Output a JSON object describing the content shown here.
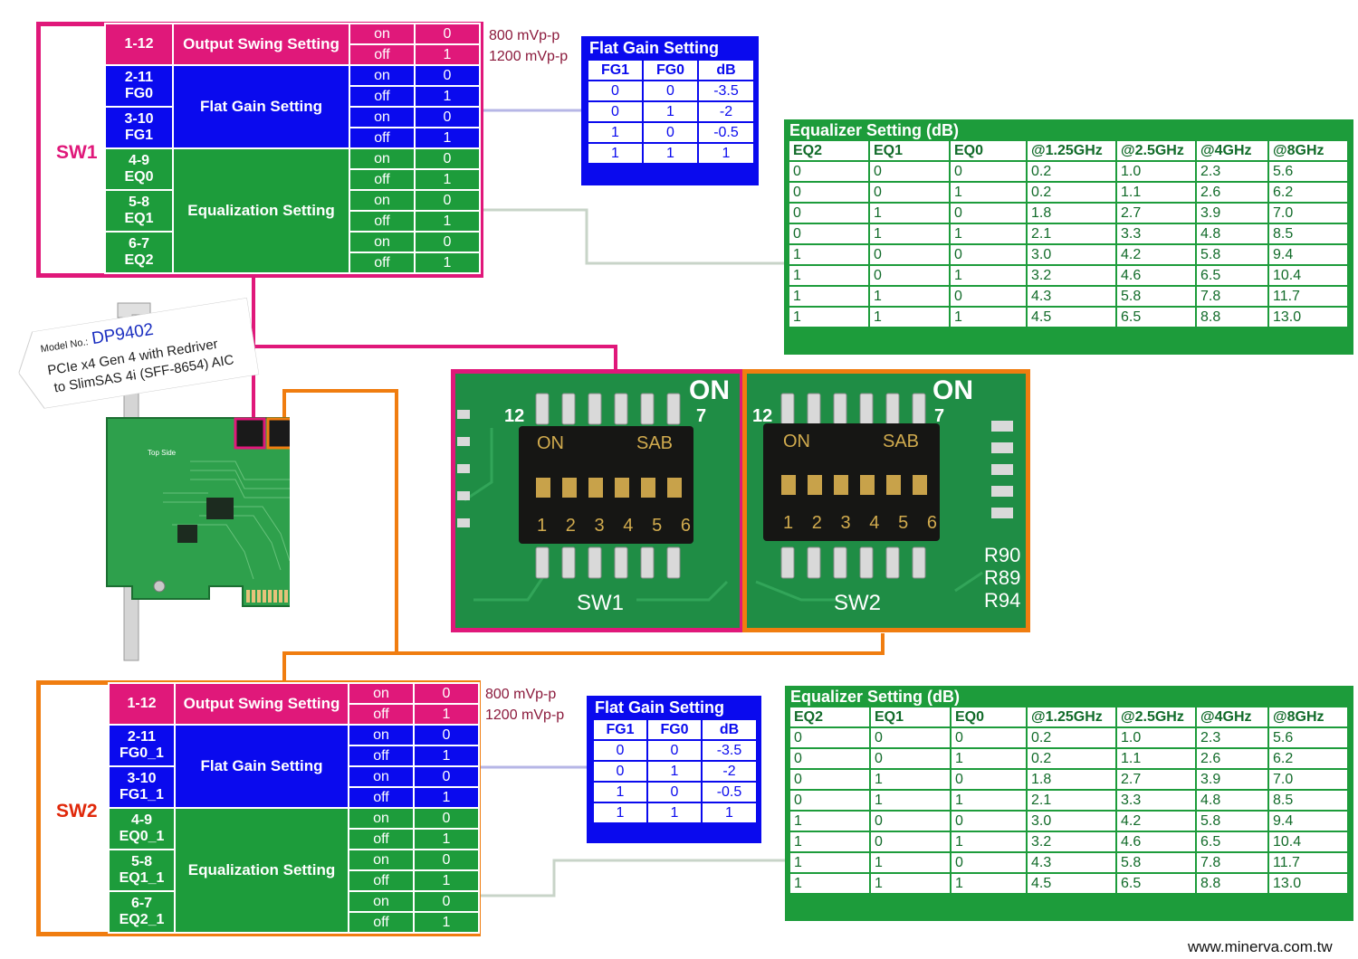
{
  "sw1": {
    "label": "SW1",
    "rows": [
      {
        "pin": "1-12",
        "sig": "",
        "func": "Output Swing Setting",
        "states": [
          {
            "state": "on",
            "val": "0"
          },
          {
            "state": "off",
            "val": "1"
          }
        ]
      },
      {
        "pin": "2-11",
        "sig": "FG0",
        "func": "Flat Gain Setting",
        "states": [
          {
            "state": "on",
            "val": "0"
          },
          {
            "state": "off",
            "val": "1"
          }
        ]
      },
      {
        "pin": "3-10",
        "sig": "FG1",
        "states": [
          {
            "state": "on",
            "val": "0"
          },
          {
            "state": "off",
            "val": "1"
          }
        ]
      },
      {
        "pin": "4-9",
        "sig": "EQ0",
        "func": "Equalization Setting",
        "states": [
          {
            "state": "on",
            "val": "0"
          },
          {
            "state": "off",
            "val": "1"
          }
        ]
      },
      {
        "pin": "5-8",
        "sig": "EQ1",
        "states": [
          {
            "state": "on",
            "val": "0"
          },
          {
            "state": "off",
            "val": "1"
          }
        ]
      },
      {
        "pin": "6-7",
        "sig": "EQ2",
        "states": [
          {
            "state": "on",
            "val": "0"
          },
          {
            "state": "off",
            "val": "1"
          }
        ]
      }
    ]
  },
  "sw2": {
    "label": "SW2",
    "rows": [
      {
        "pin": "1-12",
        "sig": "",
        "func": "Output Swing Setting",
        "states": [
          {
            "state": "on",
            "val": "0"
          },
          {
            "state": "off",
            "val": "1"
          }
        ]
      },
      {
        "pin": "2-11",
        "sig": "FG0_1",
        "func": "Flat Gain Setting",
        "states": [
          {
            "state": "on",
            "val": "0"
          },
          {
            "state": "off",
            "val": "1"
          }
        ]
      },
      {
        "pin": "3-10",
        "sig": "FG1_1",
        "states": [
          {
            "state": "on",
            "val": "0"
          },
          {
            "state": "off",
            "val": "1"
          }
        ]
      },
      {
        "pin": "4-9",
        "sig": "EQ0_1",
        "func": "Equalization Setting",
        "states": [
          {
            "state": "on",
            "val": "0"
          },
          {
            "state": "off",
            "val": "1"
          }
        ]
      },
      {
        "pin": "5-8",
        "sig": "EQ1_1",
        "states": [
          {
            "state": "on",
            "val": "0"
          },
          {
            "state": "off",
            "val": "1"
          }
        ]
      },
      {
        "pin": "6-7",
        "sig": "EQ2_1",
        "states": [
          {
            "state": "on",
            "val": "0"
          },
          {
            "state": "off",
            "val": "1"
          }
        ]
      }
    ]
  },
  "swing_values": [
    "800 mVp-p",
    "1200 mVp-p"
  ],
  "flat_gain": {
    "title": "Flat Gain Setting",
    "headers": [
      "FG1",
      "FG0",
      "dB"
    ],
    "rows": [
      [
        "0",
        "0",
        "-3.5"
      ],
      [
        "0",
        "1",
        "-2"
      ],
      [
        "1",
        "0",
        "-0.5"
      ],
      [
        "1",
        "1",
        "1"
      ]
    ]
  },
  "equalizer": {
    "title": "Equalizer Setting (dB)",
    "headers": [
      "EQ2",
      "EQ1",
      "EQ0",
      "@1.25GHz",
      "@2.5GHz",
      "@4GHz",
      "@8GHz"
    ],
    "rows": [
      [
        "0",
        "0",
        "0",
        "0.2",
        "1.0",
        "2.3",
        "5.6"
      ],
      [
        "0",
        "0",
        "1",
        "0.2",
        "1.1",
        "2.6",
        "6.2"
      ],
      [
        "0",
        "1",
        "0",
        "1.8",
        "2.7",
        "3.9",
        "7.0"
      ],
      [
        "0",
        "1",
        "1",
        "2.1",
        "3.3",
        "4.8",
        "8.5"
      ],
      [
        "1",
        "0",
        "0",
        "3.0",
        "4.2",
        "5.8",
        "9.4"
      ],
      [
        "1",
        "0",
        "1",
        "3.2",
        "4.6",
        "6.5",
        "10.4"
      ],
      [
        "1",
        "1",
        "0",
        "4.3",
        "5.8",
        "7.8",
        "11.7"
      ],
      [
        "1",
        "1",
        "1",
        "4.5",
        "6.5",
        "8.8",
        "13.0"
      ]
    ]
  },
  "product_tag": {
    "model_prefix": "Model No.:",
    "model": "DP9402",
    "line1": "PCIe x4 Gen 4 with Redriver",
    "line2": "to SlimSAS 4i (SFF-8654) AIC"
  },
  "board": {
    "side": "Top Side",
    "connector": "SlimSAS 4i"
  },
  "dip_photo": {
    "sw1": {
      "on": "ON",
      "brand": "SAB",
      "nums": [
        "1",
        "2",
        "3",
        "4",
        "5",
        "6"
      ],
      "pin_left": "12",
      "pin_right": "7",
      "name": "SW1"
    },
    "sw2": {
      "on": "ON",
      "brand": "SAB",
      "nums": [
        "1",
        "2",
        "3",
        "4",
        "5",
        "6"
      ],
      "pin_left": "12",
      "pin_right": "7",
      "name": "SW2"
    },
    "refdes": [
      "R90",
      "R89",
      "R94"
    ]
  },
  "footer": {
    "url": "www.minerva.com.tw"
  },
  "colors": {
    "sw1_frame": "#e0187a",
    "sw2_frame": "#f07d10",
    "pink": "#e0187a",
    "blue": "#0a0aee",
    "green": "#1d9c3b",
    "connector": "#b6b6e6",
    "eq_connector": "#c8d4c8"
  }
}
